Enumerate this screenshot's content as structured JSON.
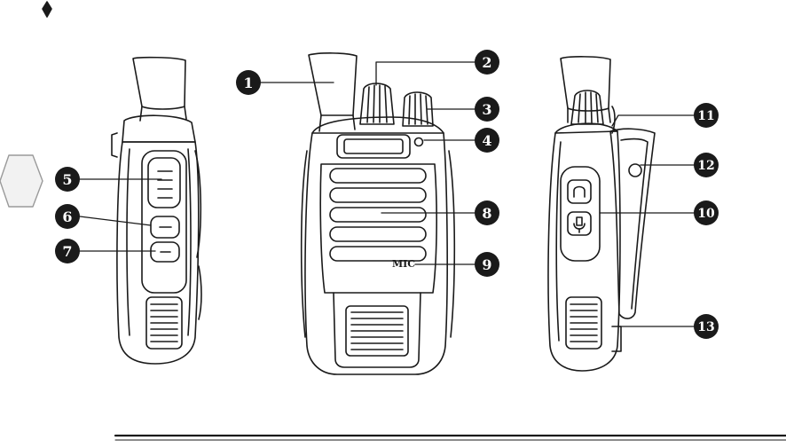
{
  "diagram": {
    "mic_label": "MIC",
    "callouts": [
      {
        "id": "callout-1",
        "number": "1"
      },
      {
        "id": "callout-2",
        "number": "2"
      },
      {
        "id": "callout-3",
        "number": "3"
      },
      {
        "id": "callout-4",
        "number": "4"
      },
      {
        "id": "callout-5",
        "number": "5"
      },
      {
        "id": "callout-6",
        "number": "6"
      },
      {
        "id": "callout-7",
        "number": "7"
      },
      {
        "id": "callout-8",
        "number": "8"
      },
      {
        "id": "callout-9",
        "number": "9"
      },
      {
        "id": "callout-10",
        "number": "10"
      },
      {
        "id": "callout-11",
        "number": "11"
      },
      {
        "id": "callout-12",
        "number": "12"
      },
      {
        "id": "callout-13",
        "number": "13"
      }
    ]
  },
  "colors": {
    "ink": "#1a1a1a",
    "page": "#ffffff",
    "side_tab_fill": "#f2f2f2",
    "side_tab_stroke": "#9a9a9a"
  },
  "icons": {
    "bullet": "diamond-bullet-icon",
    "side_tab": "hexagon-tab-icon",
    "earphone_jack": "headphone-icon",
    "mic_jack": "microphone-icon"
  }
}
